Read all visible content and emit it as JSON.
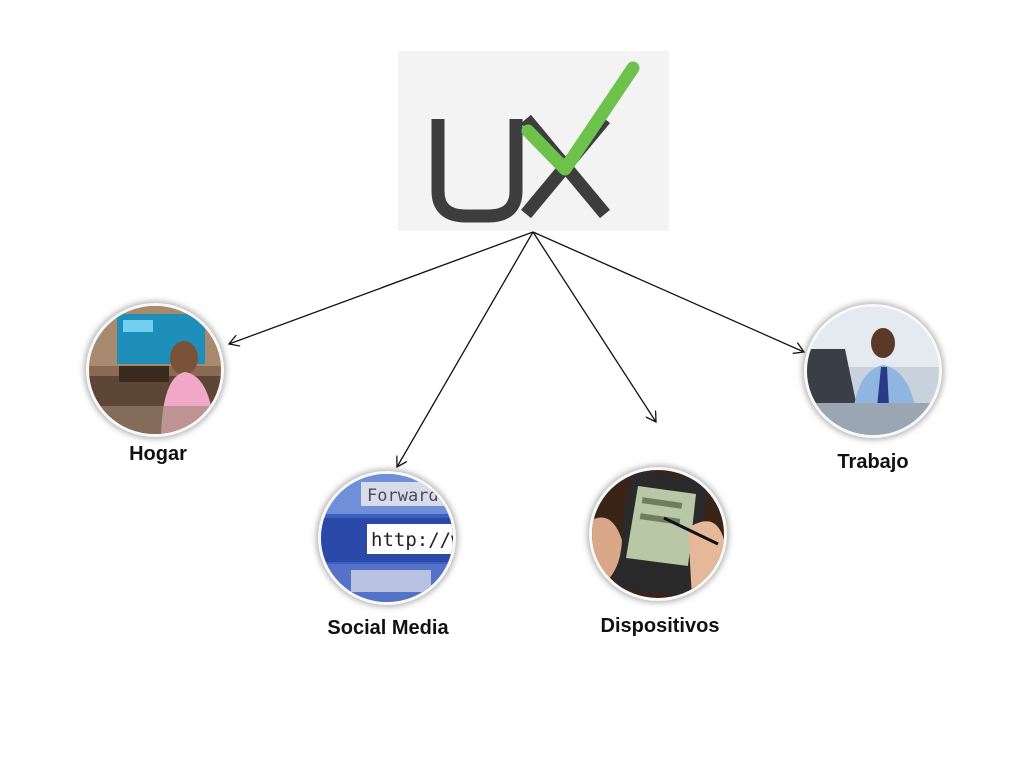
{
  "logo": {
    "text": "UX",
    "letter_color": "#3d3d3d",
    "check_color": "#6cc24a",
    "background": "#f3f3f3"
  },
  "nodes": [
    {
      "id": "hogar",
      "label": "Hogar",
      "image": "woman-watching-tv-photo"
    },
    {
      "id": "social-media",
      "label": "Social Media",
      "image": "browser-address-bar-photo"
    },
    {
      "id": "dispositivos",
      "label": "Dispositivos",
      "image": "handheld-device-stylus-photo"
    },
    {
      "id": "trabajo",
      "label": "Trabajo",
      "image": "businessman-on-phone-photo"
    }
  ]
}
